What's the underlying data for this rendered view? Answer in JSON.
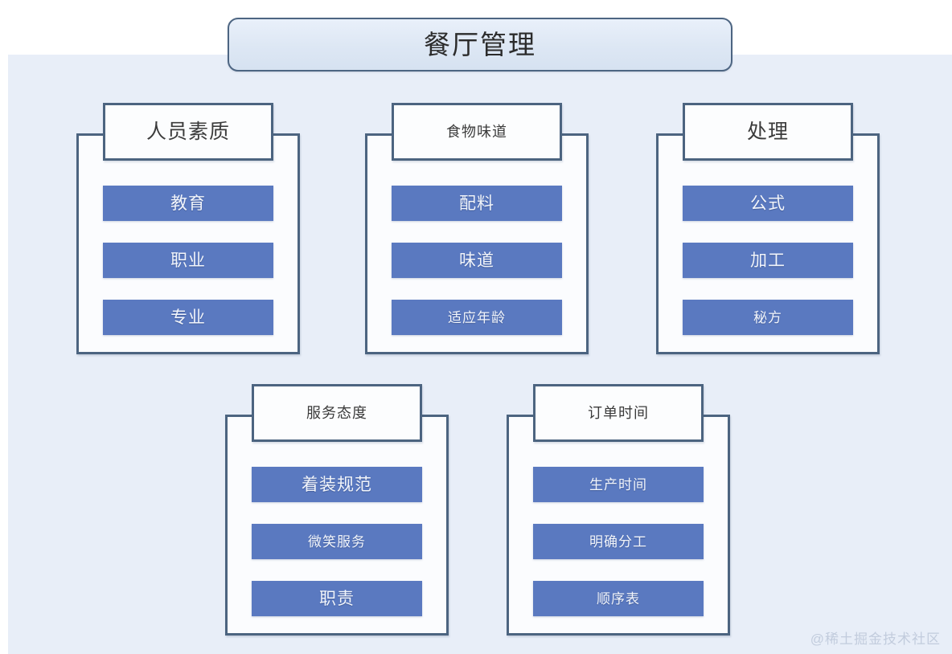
{
  "diagram": {
    "title": "餐厅管理",
    "watermark": "@稀土掘金技术社区",
    "colors": {
      "page_background": "#ffffff",
      "canvas_background": "#e8eef8",
      "border": "#4c6480",
      "title_fill": "#e2ebf6",
      "group_fill": "#fbfcfe",
      "item_fill": "#5a79c0",
      "item_text": "#f2f5fb",
      "watermark_text": "#c2ccdd"
    },
    "groups": [
      {
        "header": "人员素质",
        "header_size": "lg",
        "item_size": "lg",
        "items": [
          "教育",
          "职业",
          "专业"
        ]
      },
      {
        "header": "食物味道",
        "header_size": "md",
        "item_size": "lg",
        "items": [
          "配料",
          "味道",
          "适应年龄"
        ]
      },
      {
        "header": "处理",
        "header_size": "lg",
        "item_size": "lg",
        "items": [
          "公式",
          "加工",
          "秘方"
        ]
      },
      {
        "header": "服务态度",
        "header_size": "md",
        "item_size": "lg",
        "items": [
          "着装规范",
          "微笑服务",
          "职责"
        ]
      },
      {
        "header": "订单时间",
        "header_size": "md",
        "item_size": "md",
        "items": [
          "生产时间",
          "明确分工",
          "顺序表"
        ]
      }
    ]
  }
}
